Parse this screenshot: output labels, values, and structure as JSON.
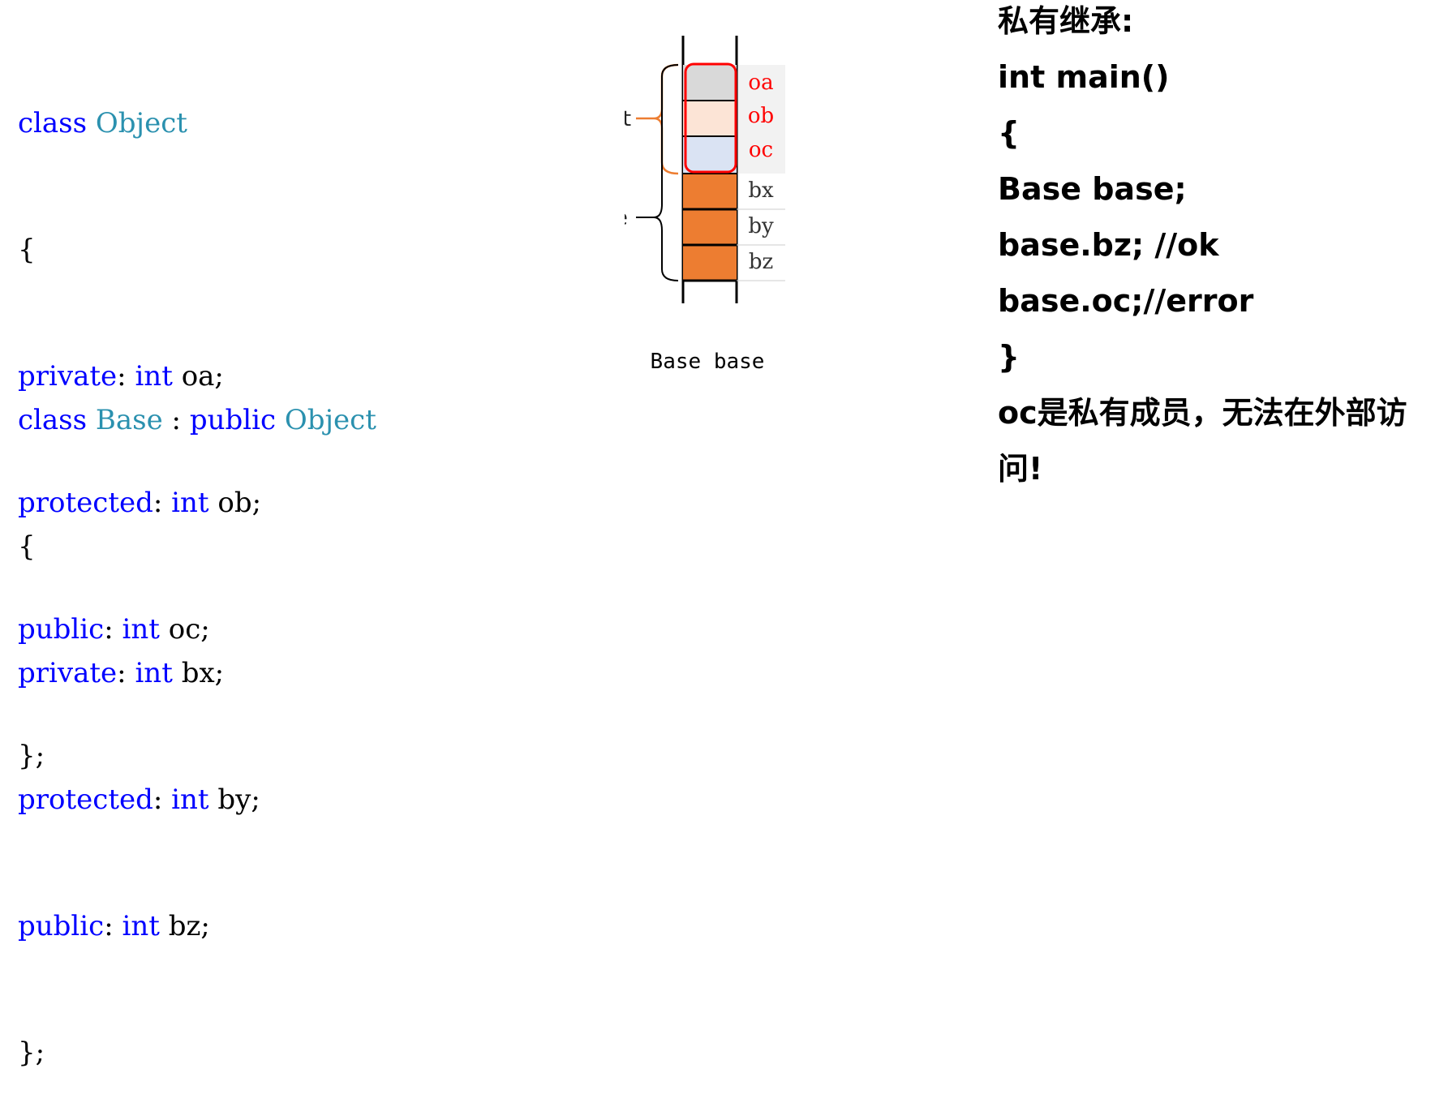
{
  "code_block_1": {
    "l1_kw": "class",
    "l1_type": "Object",
    "l2": "{",
    "l3_kw": "private",
    "l3_colon": ":",
    "l3_int": "int",
    "l3_rest": "oa;",
    "l4_kw": "protected",
    "l4_colon": ":",
    "l4_int": "int",
    "l4_rest": "ob;",
    "l5_kw": "public",
    "l5_colon": ":",
    "l5_int": "int",
    "l5_rest": "oc;",
    "l6": "};"
  },
  "code_block_2": {
    "l1_kw": "class",
    "l1_type": "Base",
    "l1_colon": ":",
    "l1_kw2": "public",
    "l1_type2": "Object",
    "l2": "{",
    "l3_kw": "private",
    "l3_colon": ":",
    "l3_int": "int",
    "l3_rest": "bx;",
    "l4_kw": "protected",
    "l4_colon": ":",
    "l4_int": "int",
    "l4_rest": "by;",
    "l5_kw": "public",
    "l5_colon": ":",
    "l5_int": "int",
    "l5_rest": "bz;",
    "l6": "};"
  },
  "diagram": {
    "object_label": "Object",
    "base_label": "base",
    "caption": "Base base",
    "fields": [
      "oa",
      "ob",
      "oc",
      "bx",
      "by",
      "bz"
    ]
  },
  "notes": {
    "line1": "私有继承:",
    "line2": "int main()",
    "line3": "{",
    "line4": "Base base;",
    "line5": "base.bz; //ok",
    "line6": "base.oc;//error",
    "line7": "}",
    "line8": "oc是私有成员，无法在外部访问!"
  },
  "colors": {
    "keyword": "#0000ff",
    "type": "#2b91af",
    "field_red": "#ff0000",
    "base_fill": "#ed7d31",
    "bracket_orange": "#ed7d31",
    "highlight_border": "#ff0000"
  }
}
